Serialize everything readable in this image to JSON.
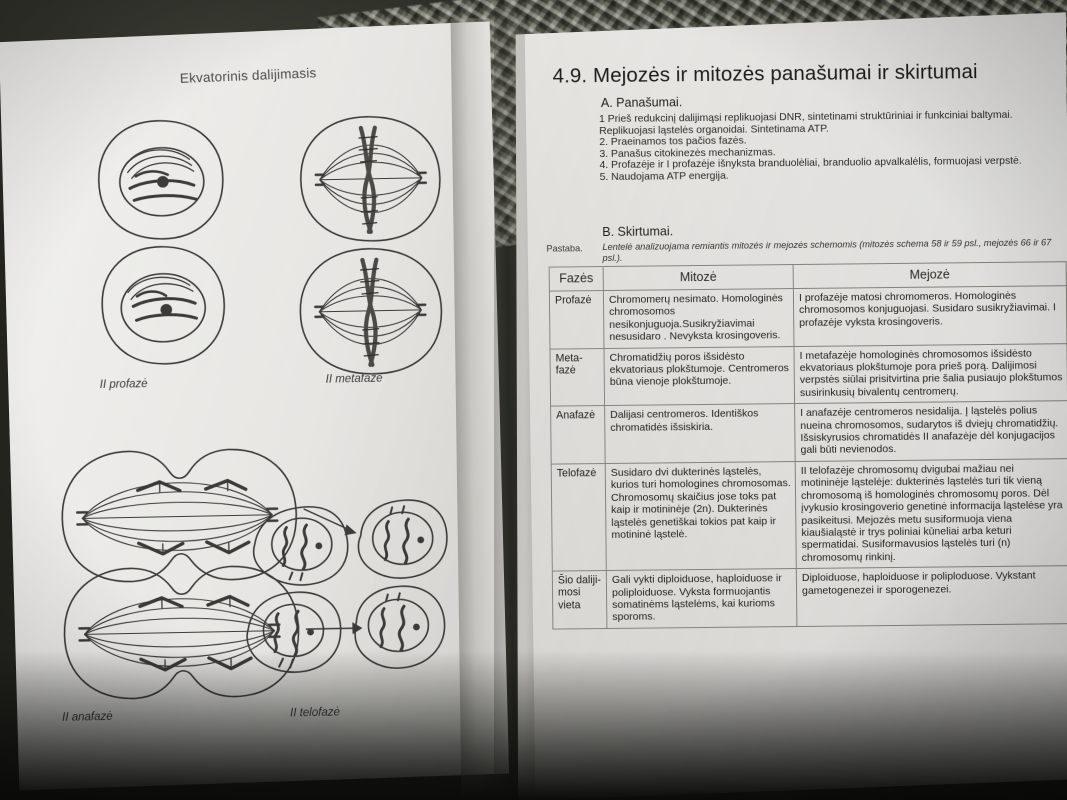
{
  "scene": {
    "description": "photograph-of-open-biology-textbook",
    "background_color": "#23241f",
    "mat_color": "#6a6d58",
    "page_color": "#eeedea"
  },
  "left_page": {
    "heading": "Ekvatorinis dalijimasis",
    "figure_labels": [
      {
        "id": "ii-profaze",
        "text": "II profazė"
      },
      {
        "id": "ii-metafaze",
        "text": "II metafazė"
      },
      {
        "id": "ii-anafaze",
        "text": "II anafazė"
      },
      {
        "id": "ii-telofaze",
        "text": "II telofazė"
      }
    ]
  },
  "right_page": {
    "title": "4.9. Mejozės ir mitozės panašumai ir skirtumai",
    "section_a_heading": "A. Panašumai.",
    "similarities": [
      "1  Prieš redukcinį dalijimąsi replikuojasi DNR, sintetinami struktūriniai ir funkciniai baltymai. Replikuojasi ląstelės organoidai. Sintetinama ATP.",
      "2. Praeinamos tos pačios fazės.",
      "3. Panašus citokinezės mechanizmas.",
      "4. Profazėje ir I profazėje išnyksta branduolėliai, branduolio apvalkalėlis, formuojasi verpstė.",
      "5. Naudojama ATP energija."
    ],
    "section_b_heading": "B. Skirtumai.",
    "note_label": "Pastaba.",
    "note_text": "Lentelė analizuojama remiantis mitozės ir mejozės schemomis (mitozės schema 58 ir 59 psl., mejozės 66 ir 67 psl.).",
    "table": {
      "headers": [
        "Fazės",
        "Mitozė",
        "Mejozė"
      ],
      "rows": [
        {
          "phase": "Profazė",
          "mitosis": "Chromomerų nesimato. Homologinės chromosomos nesikonjuguoja.Susikryžiavimai nesusidaro . Nevyksta krosingoveris.",
          "meiosis": "I profazėje matosi chromomeros. Homologinės chromosomos konjuguojasi. Susidaro susikryžiavimai. I profazėje vyksta krosingoveris."
        },
        {
          "phase": "Meta-\nfazė",
          "mitosis": "Chromatidžių poros išsidėsto ekvatoriaus plokštumoje. Centromeros būna vienoje plokštumoje.",
          "meiosis": "I metafazėje homologinės chromosomos išsidėsto ekvatoriaus plokštumoje pora prieš porą. Dalijimosi verpstės siūlai prisitvirtina prie šalia pusiaujo plokštumos susirinkusių bivalentų centromerų."
        },
        {
          "phase": "Anafazė",
          "mitosis": "Dalijasi centromeros. Identiškos chromatidės išsiskiria.",
          "meiosis": "I anafazėje centromeros nesidalija. Į ląstelės polius nueina chromosomos, sudarytos iš dviejų chromatidžių. Išsiskyrusios chromatidės II anafazėje dėl konjugacijos gali būti nevienodos."
        },
        {
          "phase": "Telofazė",
          "mitosis": "Susidaro dvi dukterinės ląstelės, kurios turi homologines chromosomas. Chromosomų skaičius jose toks pat kaip ir motininėje (2n). Dukterinės ląstelės genetiškai tokios pat kaip ir motininė ląstelė.",
          "meiosis": "II telofazėje chromosomų dvigubai mažiau nei motininėje ląstelėje: dukterinės ląstelės turi tik vieną chromosomą iš homologinės chromosomų poros. Dėl įvykusio krosingoverio genetinė informacija ląstelėse yra pasikeitusi. Mejozės metu susiformuoja viena kiaušialąstė ir trys poliniai kūneliai arba keturi spermatidai. Susiformavusios ląstelės turi (n) chromosomų rinkinį."
        },
        {
          "phase": "Šio daliji-mosi vieta",
          "mitosis": "Gali vykti diploiduose, haploiduose ir poliploiduose. Vyksta formuojantis somatinėms ląstelėms, kai kurioms sporoms.",
          "meiosis": "Diploiduose, haploiduose ir poliploduose. Vykstant gametogenezei ir sporogenezei."
        }
      ]
    }
  }
}
